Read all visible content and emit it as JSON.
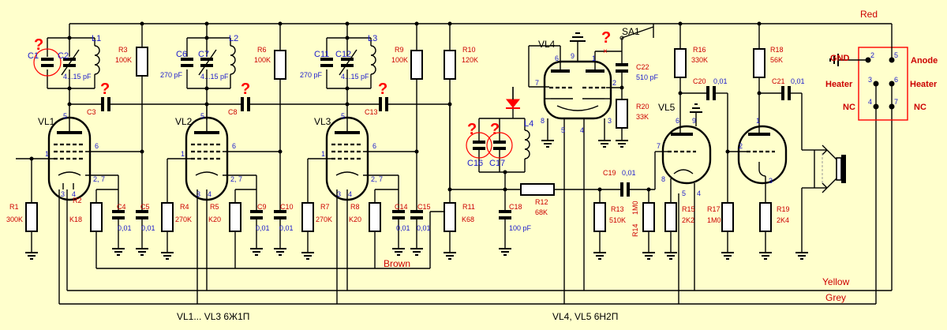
{
  "colors": {
    "background": "#ffffcc",
    "wire": "#000000",
    "component_label": "#cc0000",
    "pin_and_value": "#1a1acc",
    "question": "#ff0000"
  },
  "tubes": {
    "VL1": {
      "name": "VL1",
      "pins": [
        "5",
        "6",
        "1",
        "2, 7",
        "3",
        "4"
      ]
    },
    "VL2": {
      "name": "VL2",
      "pins": [
        "5",
        "6",
        "1",
        "2, 7",
        "3",
        "4"
      ]
    },
    "VL3": {
      "name": "VL3",
      "pins": [
        "5",
        "6",
        "1",
        "2, 7",
        "3",
        "4"
      ]
    },
    "VL4": {
      "name": "VL4",
      "pins": [
        "6",
        "1",
        "9",
        "7",
        "2",
        "8",
        "3",
        "5",
        "4"
      ]
    },
    "VL5": {
      "name": "VL5",
      "pins": [
        "6",
        "9",
        "7",
        "8",
        "1",
        "2",
        "3",
        "5",
        "4"
      ]
    }
  },
  "coils": {
    "L1": "L1",
    "L2": "L2",
    "L3": "L3",
    "L4": "L4"
  },
  "components": {
    "C1": "C1",
    "C2": "C2",
    "C2v": "4...15 pF",
    "R3": "R3",
    "R3v": "100K",
    "C6": "C6",
    "C6v": "270 pF",
    "C7": "C7",
    "C7v": "4...15 pF",
    "R6": "R6",
    "R6v": "100K",
    "C11": "C11",
    "C11v": "270 pF",
    "C12": "C12",
    "C12v": "4...15 pF",
    "R9": "R9",
    "R9v": "100K",
    "R10": "R10",
    "R10v": "120K",
    "C3": "C3",
    "C8": "C8",
    "C13": "C13",
    "R1": "R1",
    "R1v": "300K",
    "R2": "R2",
    "R2v": "K18",
    "C4": "C4",
    "C4v": "0,01",
    "C5": "C5",
    "C5v": "0,01",
    "R4": "R4",
    "R4v": "270K",
    "R5": "R5",
    "R5v": "K20",
    "C9": "C9",
    "C9v": "0,01",
    "C10": "C10",
    "C10v": "0,01",
    "R7": "R7",
    "R7v": "270K",
    "R8": "R8",
    "R8v": "K20",
    "C14": "C14",
    "C14v": "0,01",
    "C15": "C15",
    "C15v": "0,01",
    "R11": "R11",
    "R11v": "K68",
    "C16": "C16",
    "C17": "C17",
    "C18": "C18",
    "C18v": "100 pF",
    "R12": "R12",
    "R12v": "68K",
    "C19": "C19",
    "C19v": "0,01",
    "R13": "R13",
    "R13v": "510K",
    "R14": "R14",
    "R14v": "1M0",
    "R15": "R15",
    "R15v": "2K2",
    "C22": "C22",
    "C22v": "510 pF",
    "R20": "R20",
    "R20v": "33K",
    "SA1": "SA1",
    "R16": "R16",
    "R16v": "330K",
    "C20": "C20",
    "C20v": "0,01",
    "R17": "R17",
    "R17v": "1M0",
    "R18": "R18",
    "R18v": "56K",
    "C21": "C21",
    "C21v": "0,01",
    "R19": "R19",
    "R19v": "2K4"
  },
  "connector": {
    "red": "Red",
    "gnd": "GND",
    "anode": "Anode",
    "heater_left": "Heater",
    "heater_right": "Heater",
    "nc_left": "NC",
    "nc_right": "NC",
    "pins": [
      "2",
      "5",
      "3",
      "6",
      "4",
      "7"
    ]
  },
  "wires": {
    "brown": "Brown",
    "yellow": "Yellow",
    "grey": "Grey"
  },
  "tube_types": {
    "left": "VL1... VL3   6Ж1П",
    "right": "VL4, VL5   6Н2П"
  },
  "question_mark": "?"
}
